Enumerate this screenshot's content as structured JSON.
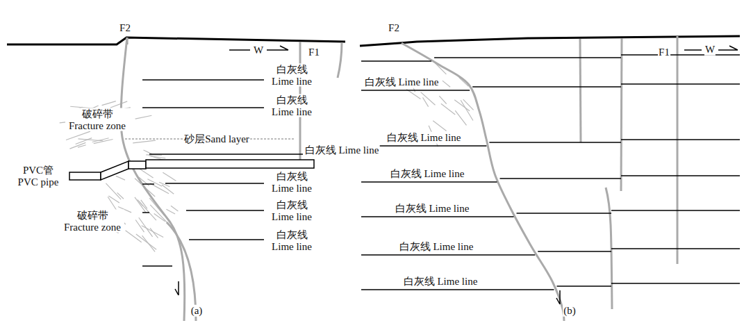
{
  "diagram": {
    "labels": [
      "F2",
      "W",
      "F1",
      "白灰线 Lime line",
      "白灰线 Lime line",
      "破碎带 Fracture zone",
      "砂层Sand layer",
      "白灰线 Lime line",
      "PVC管 PVC pipe",
      "白灰线 Lime line",
      "白灰线 Lime line",
      "破碎带 Fracture zone",
      "白灰线 Lime line",
      "(a)",
      "F2",
      "W",
      "F1",
      "白灰线 Lime line",
      "白灰线 Lime line",
      "白灰线 Lime line",
      "白灰线 Lime line",
      "白灰线 Lime line",
      "白灰线 Lime line",
      "(b)"
    ]
  }
}
